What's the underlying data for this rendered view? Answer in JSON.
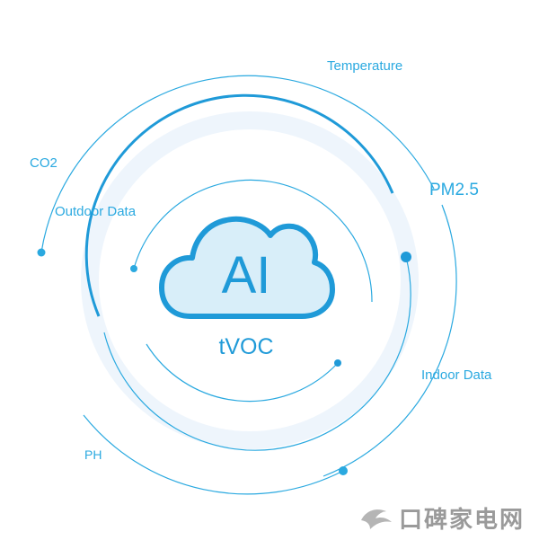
{
  "labels": {
    "temperature": "Temperature",
    "co2": "CO2",
    "outdoor_data": "Outdoor Data",
    "pm25": "PM2.5",
    "indoor_data": "Indoor Data",
    "ph": "PH",
    "ai": "AI",
    "tvoc": "tVOC"
  },
  "watermark": {
    "text": "口碑家电网",
    "icon": "bird-logo-icon"
  },
  "colors": {
    "accent": "#1f9ad8",
    "line": "#2aa9e0",
    "halo": "#eef5fc",
    "cloud_fill": "#d8eef9",
    "watermark": "#9a9a9a"
  }
}
